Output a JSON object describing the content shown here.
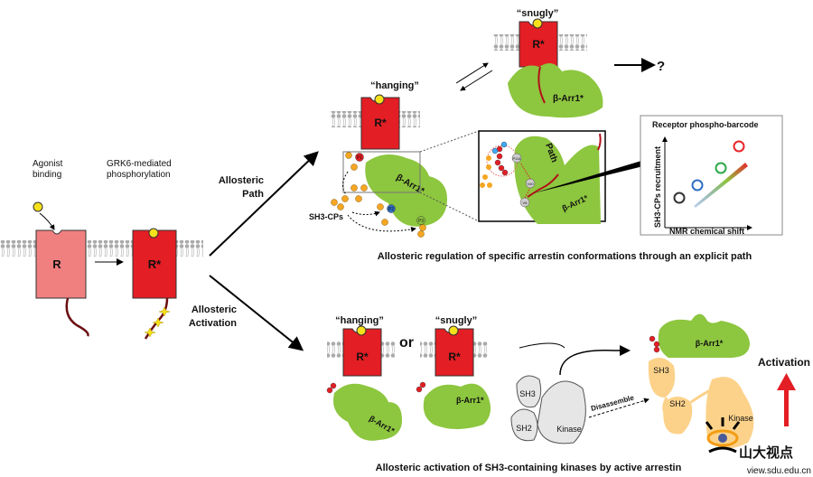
{
  "left": {
    "agonist_label": [
      "Agonist",
      "binding"
    ],
    "grk_label": [
      "GRK6-mediated",
      "phosphorylation"
    ],
    "receptor_inactive": "R",
    "receptor_active": "R*"
  },
  "paths": {
    "path_label": [
      "Allosteric",
      "Path"
    ],
    "activation_label": [
      "Allosteric",
      "Activation"
    ]
  },
  "top": {
    "hanging_label": "“hanging”",
    "snugly_label": "“snugly”",
    "receptor": "R*",
    "arrestin": "β-Arr1*",
    "question": "?",
    "sh3_cps": "SH3-CPs",
    "p_labels": [
      "P1",
      "P2",
      "P3"
    ],
    "inset": {
      "path_word": "Path",
      "residues": [
        "P114",
        "V40",
        "V8"
      ],
      "arrestin": "β-Arr1*"
    },
    "plot": {
      "title": "Receptor phospho-barcode",
      "xlabel": "NMR chemical shift",
      "ylabel": "SH3-CPs recruitment",
      "circle_colors": [
        "#333333",
        "#2f6fc4",
        "#2ea84a",
        "#e8262a"
      ]
    },
    "caption": "Allosteric regulation of specific arrestin conformations through an explicit path"
  },
  "bottom": {
    "hanging_label": "“hanging”",
    "or_label": "or",
    "snugly_label": "“snugly”",
    "receptor": "R*",
    "arrestin": "β-Arr1*",
    "kinase_domains": [
      "SH3",
      "SH2",
      "Kinase"
    ],
    "disassemble": "Disassemble",
    "activation": "Activation",
    "caption": "Allosteric activation of SH3-containing kinases by active arrestin"
  },
  "watermark": {
    "cn": "山大视点",
    "url": "view.sdu.edu.cn"
  },
  "colors": {
    "receptor_active": "#e31e24",
    "receptor_inactive": "#f08080",
    "arrestin": "#8dc63f",
    "kinase": "#fcd28a",
    "kinase_inactive": "#e6e6e6",
    "agonist": "#f7e11b"
  }
}
